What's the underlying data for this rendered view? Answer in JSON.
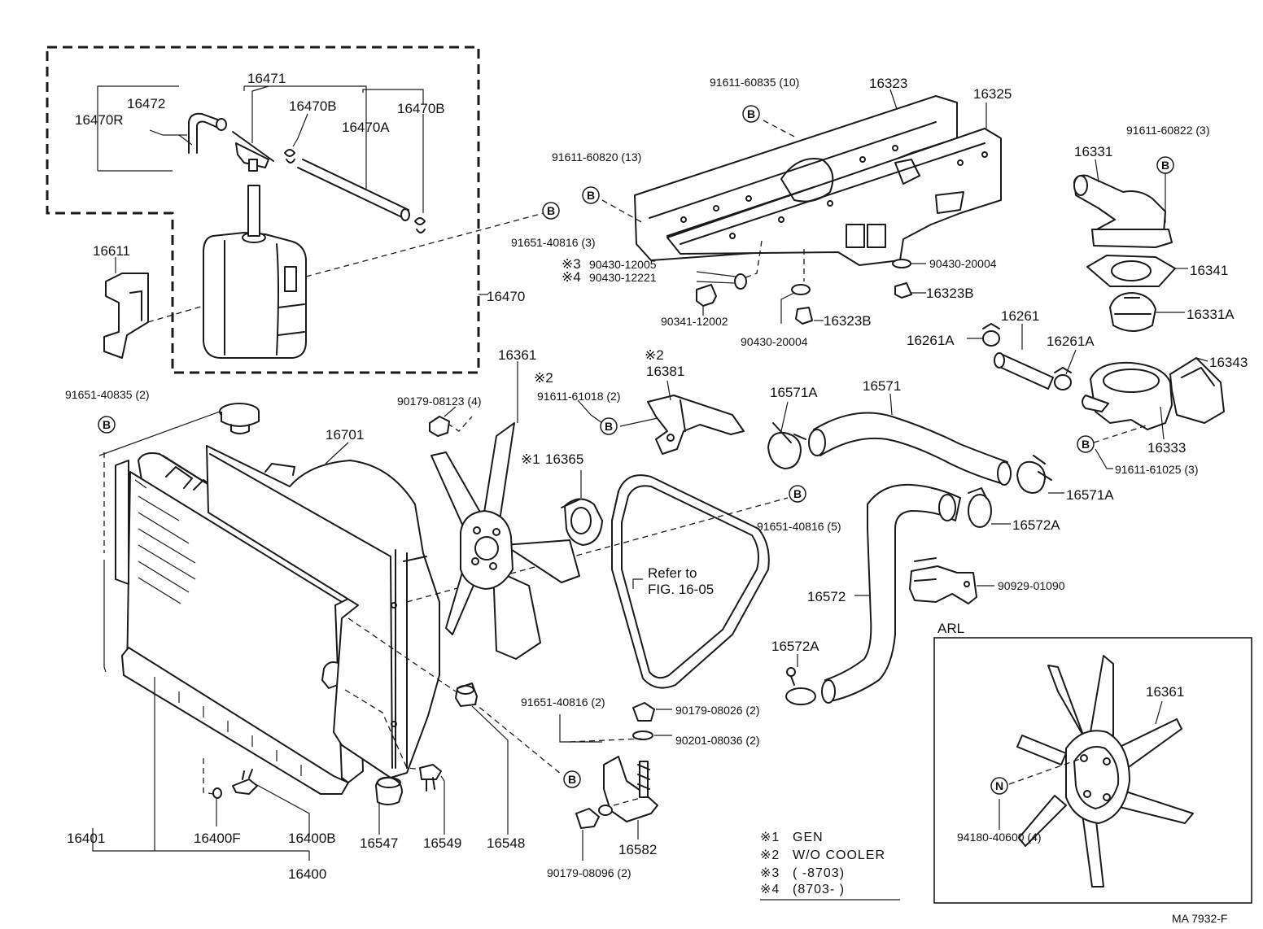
{
  "callouts": {
    "c16471": "16471",
    "c16472": "16472",
    "c16470R": "16470R",
    "c16470B_a": "16470B",
    "c16470B_b": "16470B",
    "c16470A": "16470A",
    "c16470": "16470",
    "c16611": "16611",
    "c91651_40816_3": "91651-40816 (3)",
    "c91611_60835": "91611-60835 (10)",
    "c16323": "16323",
    "c16325": "16325",
    "c91611_60820": "91611-60820 (13)",
    "c91611_60822": "91611-60822 (3)",
    "c16331": "16331",
    "c90430_12005": "90430-12005",
    "c90430_12221": "90430-12221",
    "c90430_20004_a": "90430-20004",
    "c90341_12002": "90341-12002",
    "c90430_20004_b": "90430-20004",
    "c16323B_a": "16323B",
    "c16323B_b": "16323B",
    "c16341": "16341",
    "c16331A": "16331A",
    "c16261": "16261",
    "c16261A_a": "16261A",
    "c16261A_b": "16261A",
    "c16343": "16343",
    "c16333": "16333",
    "c91611_61025": "91611-61025 (3)",
    "c16361_a": "16361",
    "c91651_40835": "91651-40835 (2)",
    "c90179_08123": "90179-08123 (4)",
    "c16381": "16381",
    "c91611_61018": "91611-61018 (2)",
    "c16701": "16701",
    "c16365": "16365",
    "c16571A_a": "16571A",
    "c16571": "16571",
    "c16571A_b": "16571A",
    "c91651_40816_5": "91651-40816 (5)",
    "c16572A_a": "16572A",
    "c16572": "16572",
    "c90929_01090": "90929-01090",
    "c16572A_b": "16572A",
    "c91651_40816_2": "91651-40816 (2)",
    "c90179_08026": "90179-08026 (2)",
    "c90201_08036": "90201-08036 (2)",
    "c16401": "16401",
    "c16400F": "16400F",
    "c16400B": "16400B",
    "c16400": "16400",
    "c16547": "16547",
    "c16549": "16549",
    "c16548": "16548",
    "c16582": "16582",
    "c90179_08096": "90179-08096 (2)",
    "c16361_b": "16361",
    "c94180_40600": "94180-40600 (4)"
  },
  "marks": {
    "m1": "※1",
    "m2_a": "※2",
    "m2_b": "※2",
    "m3": "※3",
    "m4": "※4"
  },
  "symbols": {
    "b": "B",
    "n": "N"
  },
  "refer": {
    "line1": "Refer to",
    "line2": "FIG. 16-05"
  },
  "inset_title": "ARL",
  "legend": [
    {
      "mark": "※1",
      "text": "GEN"
    },
    {
      "mark": "※2",
      "text": "W/O  COOLER"
    },
    {
      "mark": "※3",
      "text": "(        -8703)"
    },
    {
      "mark": "※4",
      "text": "(8703-       )"
    }
  ],
  "figure_code": "MA  7932-F"
}
